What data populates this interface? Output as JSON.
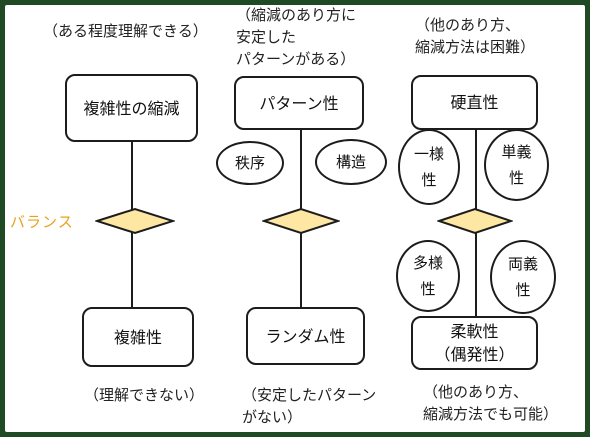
{
  "balance_label": "バランス",
  "columns": [
    {
      "top_note": "（ある程度理解できる）",
      "top_box": "複雑性の縮減",
      "bottom_box": "複雑性",
      "bottom_note": "（理解できない）"
    },
    {
      "top_note": "（縮減のあり方に\n安定した\nパターンがある）",
      "top_box": "パターン性",
      "ellipses": [
        "秩序",
        "構造"
      ],
      "bottom_box": "ランダム性",
      "bottom_note": "（安定したパターン\nがない）"
    },
    {
      "top_note": "（他のあり方、\n縮減方法は困難）",
      "top_box": "硬直性",
      "ellipses_top": [
        "一様\n性",
        "単義\n性"
      ],
      "ellipses_bottom": [
        "多様\n性",
        "両義\n性"
      ],
      "bottom_box": "柔軟性\n（偶発性）",
      "bottom_note": "（他のあり方、\n縮減方法でも可能）"
    }
  ],
  "colors": {
    "background": "#1f4a24",
    "diamond": "#fde7a2",
    "balance": "#e8a21a"
  }
}
